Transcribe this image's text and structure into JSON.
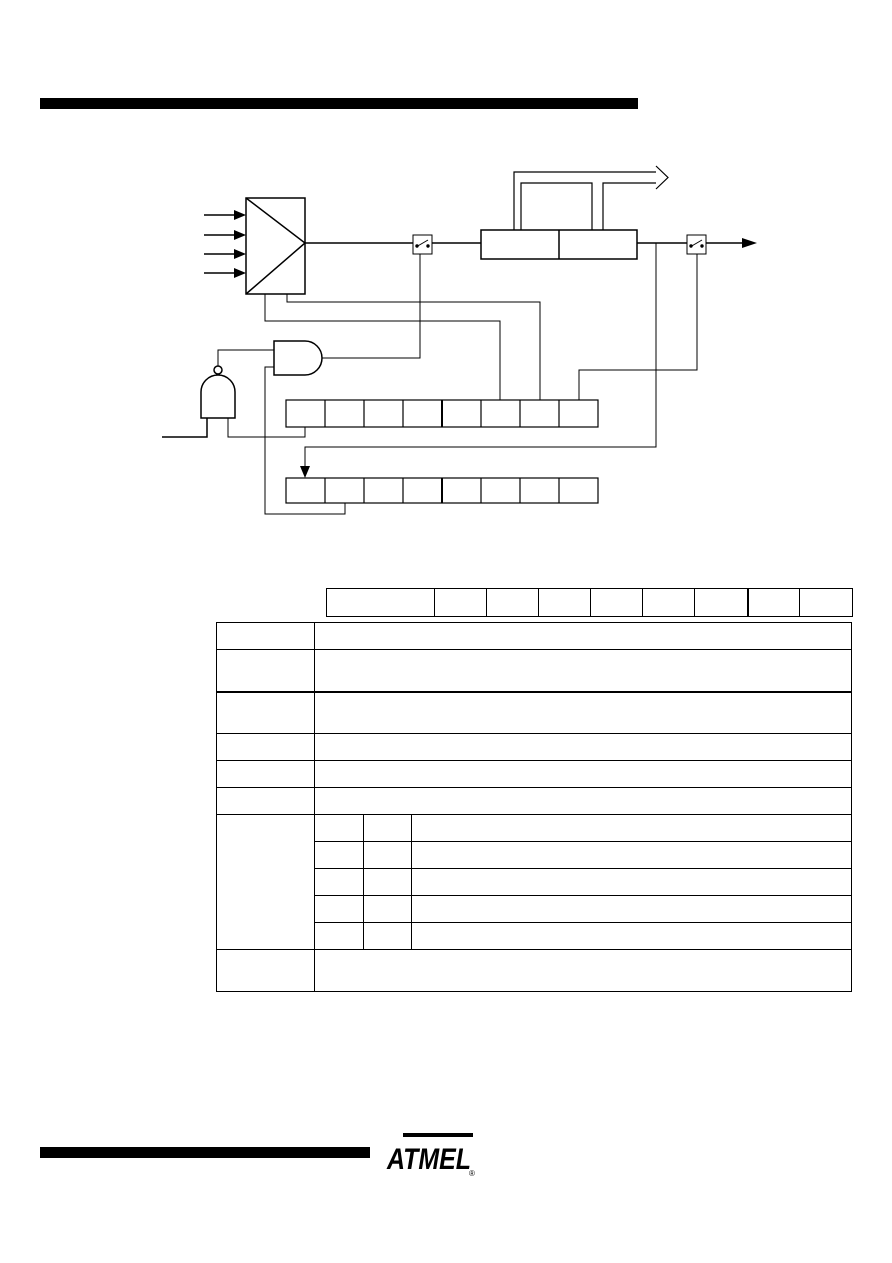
{
  "header": {
    "rule": "top-rule"
  },
  "diagram": {
    "components": [
      "multiplexer",
      "switch-1",
      "register-pair",
      "switch-2",
      "and-gate",
      "nand-gate",
      "register-a-bits",
      "register-b-bits"
    ]
  },
  "bit_table": {
    "cells": [
      "",
      "",
      "",
      "",
      "",
      "",
      "",
      "",
      ""
    ]
  },
  "description_table": {
    "rows": [
      {
        "label": "",
        "text": ""
      },
      {
        "label": "",
        "text": ""
      },
      {
        "label": "",
        "text": ""
      },
      {
        "label": "",
        "text": ""
      },
      {
        "label": "",
        "text": ""
      },
      {
        "label": "",
        "text": ""
      },
      {
        "label": "",
        "sub_rows": [
          [
            "",
            "",
            ""
          ],
          [
            "",
            "",
            ""
          ],
          [
            "",
            "",
            ""
          ],
          [
            "",
            "",
            ""
          ],
          [
            "",
            "",
            ""
          ]
        ]
      },
      {
        "label": "",
        "text": ""
      }
    ]
  },
  "footer": {
    "logo_text": "ATMEL",
    "logo_mark": "®"
  }
}
